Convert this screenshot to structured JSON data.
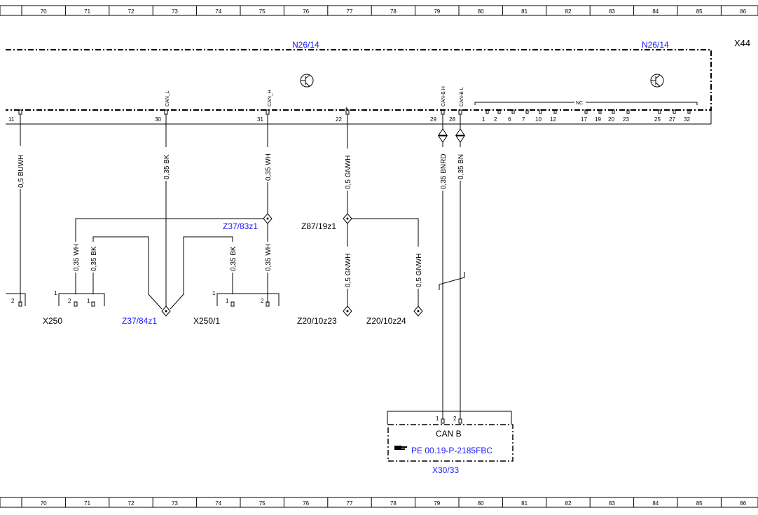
{
  "colors": {
    "line": "#000000",
    "reference_link": "#1a1aff",
    "background": "#ffffff"
  },
  "grid": {
    "columns": [
      "70",
      "71",
      "72",
      "73",
      "74",
      "75",
      "76",
      "77",
      "78",
      "79",
      "80",
      "81",
      "82",
      "83",
      "84",
      "85",
      "86"
    ]
  },
  "components": {
    "n26_left": "N26/14",
    "n26_right": "N26/14",
    "x44": "X44",
    "z37_83z1": "Z37/83z1",
    "z37_84z1": "Z37/84z1",
    "z87_19z1": "Z87/19z1",
    "x250": "X250",
    "x250_1": "X250/1",
    "z20_10z23": "Z20/10z23",
    "z20_10z24": "Z20/10z24",
    "x30_33": "X30/33",
    "can_b_box": "CAN B",
    "can_b_ref": "PE 00.19-P-2185FBC"
  },
  "pins": {
    "p11": "11",
    "p30": "30",
    "p31": "31",
    "p22": "22",
    "p29": "29",
    "p28": "28",
    "nc_list": [
      "1",
      "2",
      "6",
      "7",
      "10",
      "12",
      "17",
      "19",
      "20",
      "23",
      "25",
      "27",
      "32"
    ],
    "x250_1": "1",
    "x250_2": "2",
    "x250_left_2": "2",
    "x2501_1": "1",
    "x2501_1b": "1",
    "x2501_2": "2",
    "x3033_1": "1",
    "x3033_2": "2"
  },
  "signals": {
    "can_l": "CAN_L",
    "can_h": "CAN_H",
    "plus": "+",
    "can_bh": "CAN-B H",
    "can_bl": "CAN-B L",
    "nc": "NC"
  },
  "wires": {
    "w11": "0,5 BUWH",
    "w30": "0,35 BK",
    "w31": "0,35 WH",
    "w22": "0,5 GNWH",
    "w29": "0,35 BNRD",
    "w28": "0,35 BN",
    "w_x250_wh": "0,35 WH",
    "w_x250_bk": "0,35 BK",
    "w_x2501_bk": "0,35 BK",
    "w_x2501_wh": "0,35 WH",
    "w_z23": "0,5 GNWH",
    "w_z24": "0,5 GNWH"
  }
}
